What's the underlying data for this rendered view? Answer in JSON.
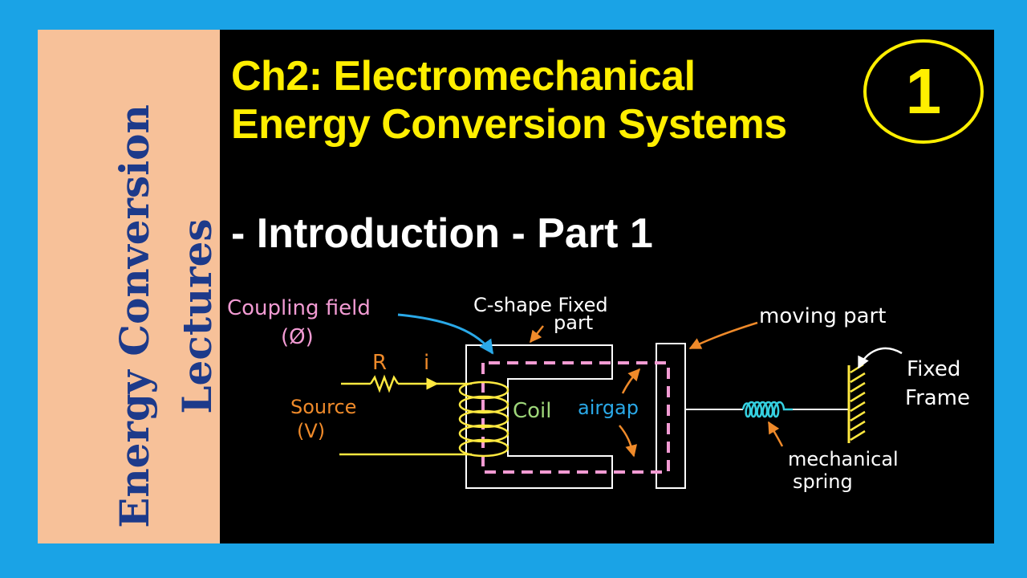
{
  "sidebar": {
    "line1": "Energy Conversion",
    "line2": "Lectures"
  },
  "title": {
    "line1": "Ch2: Electromechanical",
    "line2": "Energy Conversion Systems"
  },
  "subtitle": "- Introduction - Part 1",
  "badge": "1",
  "diagram": {
    "coupling_field": "Coupling field",
    "phi": "(Ø)",
    "c_shape_line1": "C-shape Fixed",
    "c_shape_line2": "part",
    "moving_part": "moving part",
    "resistor": "R",
    "current": "i",
    "source": "Source",
    "voltage": "(V)",
    "coil": "Coil",
    "airgap": "airgap",
    "fixed_line1": "Fixed",
    "fixed_line2": "Frame",
    "mech_line1": "mechanical",
    "mech_line2": "spring"
  },
  "colors": {
    "frame": "#1aa3e6",
    "sidebar": "#f7c199",
    "sidebar_text": "#1d3a8a",
    "title": "#ffef00",
    "pink": "#f29bd3",
    "blue": "#2aa9e8",
    "orange": "#ef8a2a",
    "yellow": "#ffe940",
    "green": "#9ed67a",
    "teal": "#35d0e0"
  }
}
